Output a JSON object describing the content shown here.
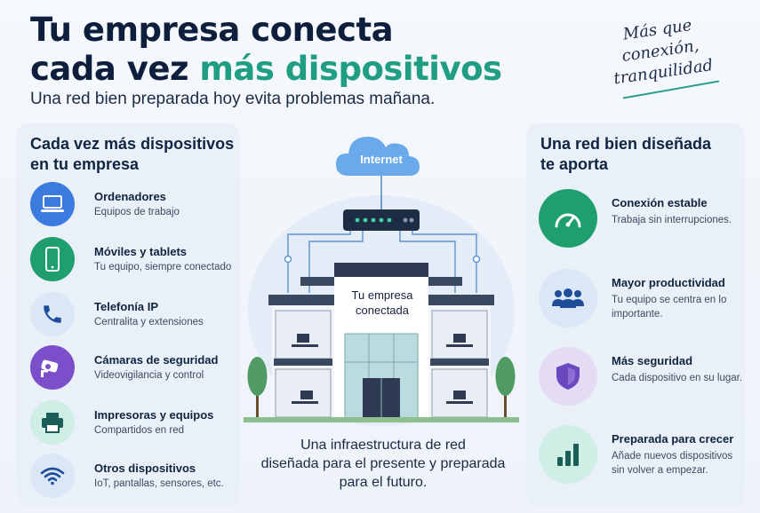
{
  "header": {
    "title_line1": "Tu empresa conecta",
    "title_line2_prefix": "cada vez ",
    "title_line2_accent": "más dispositivos",
    "subtitle": "Una red bien preparada hoy evita problemas mañana.",
    "tagline_1": "Más que",
    "tagline_2": "conexión,",
    "tagline_3": "tranquilidad"
  },
  "left_panel": {
    "title_1": "Cada vez más dispositivos",
    "title_2": "en tu empresa",
    "items": [
      {
        "title": "Ordenadores",
        "desc": "Equipos de trabajo",
        "icon": "laptop-icon",
        "color": "#3b7be0"
      },
      {
        "title": "Móviles y tablets",
        "desc": "Tu equipo, siempre conectado",
        "icon": "smartphone-icon",
        "color": "#1f9e6e"
      },
      {
        "title": "Telefonía IP",
        "desc": "Centralita y extensiones",
        "icon": "phone-icon",
        "color": "#2f5fb3"
      },
      {
        "title": "Cámaras de seguridad",
        "desc": "Videovigilancia y control",
        "icon": "camera-icon",
        "color": "#7b4fc9"
      },
      {
        "title": "Impresoras y equipos",
        "desc": "Compartidos en red",
        "icon": "printer-icon",
        "color": "#1b7a72"
      },
      {
        "title": "Otros dispositivos",
        "desc": "IoT, pantallas, sensores, etc.",
        "icon": "wifi-icon",
        "color": "#2c5cc0"
      }
    ]
  },
  "center": {
    "cloud_label": "Internet",
    "building_label_1": "Tu empresa",
    "building_label_2": "conectada",
    "caption_1": "Una infraestructura de red",
    "caption_2": "diseñada para el presente y preparada",
    "caption_3": "para el futuro."
  },
  "right_panel": {
    "title_1": "Una red bien diseñada",
    "title_2": "te aporta",
    "items": [
      {
        "title": "Conexión estable",
        "desc": "Trabaja sin interrupciones.",
        "icon": "speedometer-icon",
        "color": "#1f9e6e"
      },
      {
        "title": "Mayor productividad",
        "desc": "Tu equipo se centra en lo importante.",
        "icon": "team-icon",
        "color": "#2f5fb3"
      },
      {
        "title": "Más seguridad",
        "desc": "Cada dispositivo en su lugar.",
        "icon": "shield-icon",
        "color": "#6a48bf"
      },
      {
        "title": "Preparada para crecer",
        "desc": "Añade nuevos dispositivos sin volver a empezar.",
        "icon": "growth-chart-icon",
        "color": "#1b7a72"
      }
    ]
  }
}
